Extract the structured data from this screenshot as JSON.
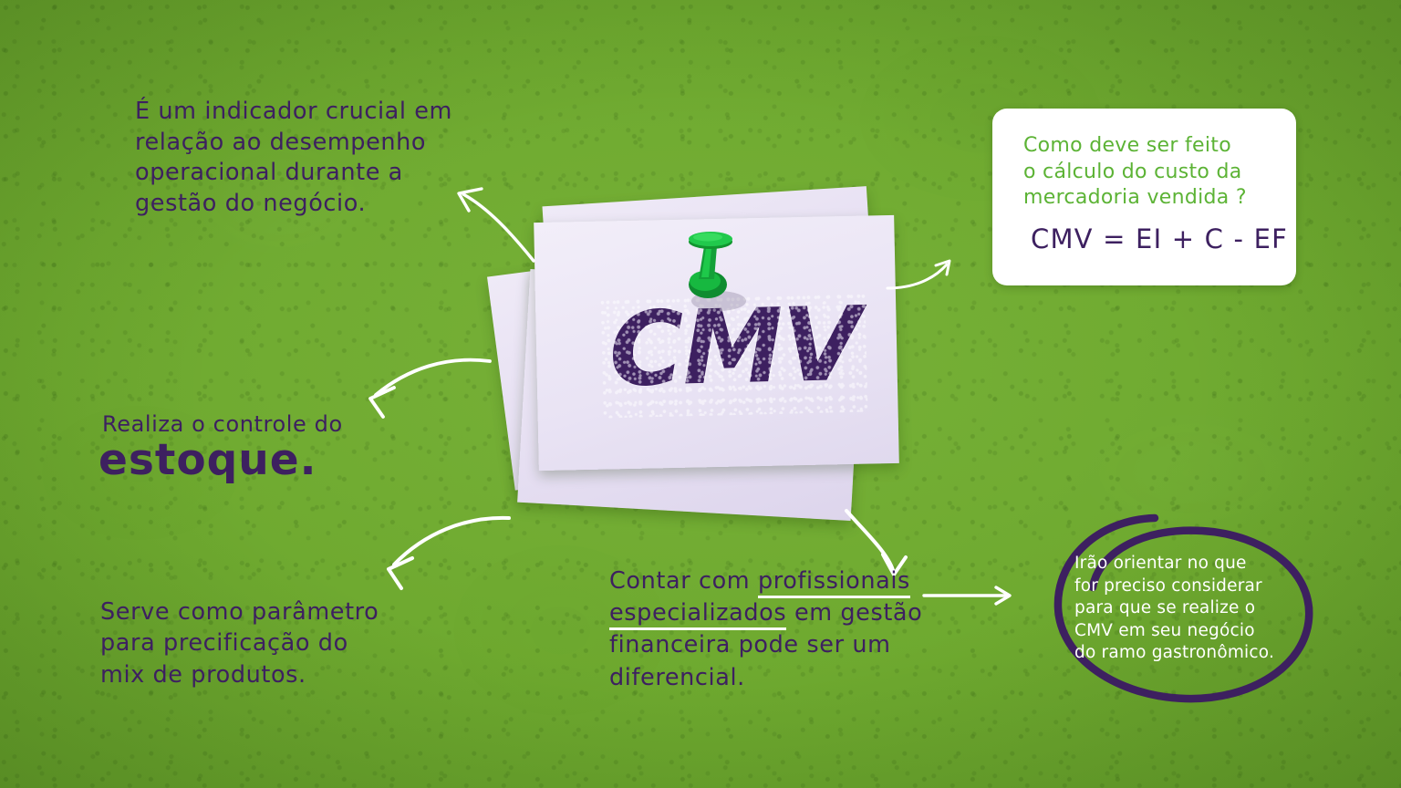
{
  "theme": {
    "background_green": "#6ba62e",
    "background_green_dark": "#53881f",
    "text_purple": "#3d2060",
    "accent_green": "#5cb335",
    "paper_lavender": "#e9e3f4",
    "white": "#ffffff",
    "pin_green": "#15ab3d"
  },
  "center": {
    "note_word": "CMV",
    "pin_label": "green-pushpin"
  },
  "callouts": {
    "top_left": "É um indicador crucial em\nrelação ao desempenho\noperacional durante a\ngestão do negócio.",
    "stock_lead": "Realiza o controle do",
    "stock_big": "estoque.",
    "bottom_left": "Serve como parâmetro\npara precificação do\nmix de produtos.",
    "bottom_center": {
      "line1_pre": "Contar com ",
      "line1_underlined": "profissionais",
      "line2_underlined": "especializados",
      "line2_post": " em gestão",
      "line3": "financeira pode ser um",
      "line4": "diferencial."
    }
  },
  "formula_card": {
    "question": "Como deve ser feito\no cálculo do custo da\nmercadoria vendida ?",
    "formula": "CMV = EI + C - EF"
  },
  "oval_callout": {
    "text": "Irão orientar no que\nfor preciso considerar\npara que se realize o\nCMV em seu negócio\ndo ramo gastronômico."
  },
  "arrows": [
    {
      "name": "arrow-to-top-left-text",
      "direction": "up-left",
      "style": "curved"
    },
    {
      "name": "arrow-to-stock-text",
      "direction": "down-left",
      "style": "curved"
    },
    {
      "name": "arrow-to-bottom-left-text",
      "direction": "down-left",
      "style": "curved"
    },
    {
      "name": "arrow-to-formula-card",
      "direction": "up-right",
      "style": "curved"
    },
    {
      "name": "arrow-to-bottom-center-text",
      "direction": "down",
      "style": "curved"
    },
    {
      "name": "arrow-to-oval-callout",
      "direction": "right",
      "style": "straight"
    }
  ]
}
